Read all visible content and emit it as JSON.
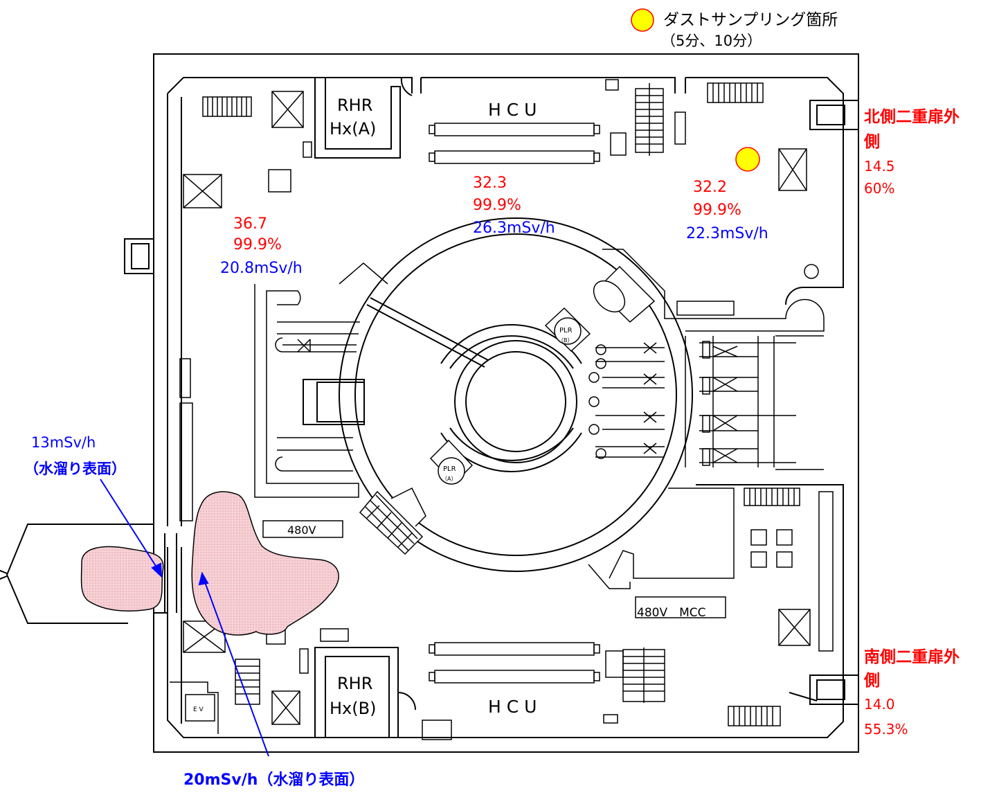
{
  "legend": {
    "marker_color": "#ffff00",
    "line1": "ダストサンプリング箇所",
    "line2": "（5分、10分）"
  },
  "rooms": {
    "rhr_a_line1": "RHR",
    "rhr_a_line2": "Hx(A)",
    "rhr_b_line1": "RHR",
    "rhr_b_line2": "Hx(B)",
    "hcu_top": "H C U",
    "hcu_bottom": "H C U",
    "plr_b_line1": "PLR",
    "plr_b_line2": "（B）",
    "plr_a_line1": "PLR",
    "plr_a_line2": "（A）",
    "panel_480v": "480V",
    "panel_480v_mcc": "480V　MCC",
    "ev": "E V"
  },
  "measurements": {
    "west": {
      "value": "36.7",
      "humidity": "99.9%",
      "dose": "20.8mSv/h"
    },
    "center_north": {
      "value": "32.3",
      "humidity": "99.9%",
      "dose": "26.3mSv/h"
    },
    "northeast": {
      "value": "32.2",
      "humidity": "99.9%",
      "dose": "22.3mSv/h"
    },
    "north_door": {
      "title_line1": "北側二重扉外",
      "title_line2": "側",
      "value": "14.5",
      "humidity": "60%"
    },
    "south_door": {
      "title_line1": "南側二重扉外",
      "title_line2": "側",
      "value": "14.0",
      "humidity": "55.3%"
    }
  },
  "puddles": {
    "left_line1": "13mSv/h",
    "left_line2": "（水溜り表面）",
    "center": "20mSv/h（水溜り表面）",
    "fill_color": "#f4c6cc"
  },
  "colors": {
    "red": "#ff0000",
    "blue": "#0000ff"
  }
}
